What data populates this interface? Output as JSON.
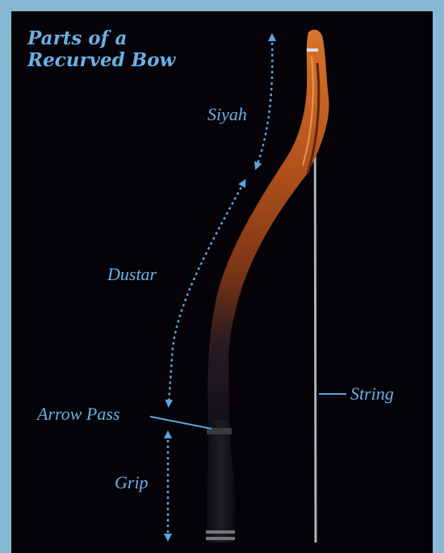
{
  "title": {
    "line1": "Parts of a",
    "line2": "Recurved Bow"
  },
  "labels": {
    "siyah": "Siyah",
    "dustar": "Dustar",
    "arrow_pass": "Arrow Pass",
    "grip": "Grip",
    "string": "String"
  },
  "colors": {
    "background": "#050307",
    "border": "#86b8d4",
    "label_text": "#6bb0e6",
    "arrows": "#5aa6e2",
    "bow_wood": "#b4521c",
    "string": "#a9b3bb"
  }
}
